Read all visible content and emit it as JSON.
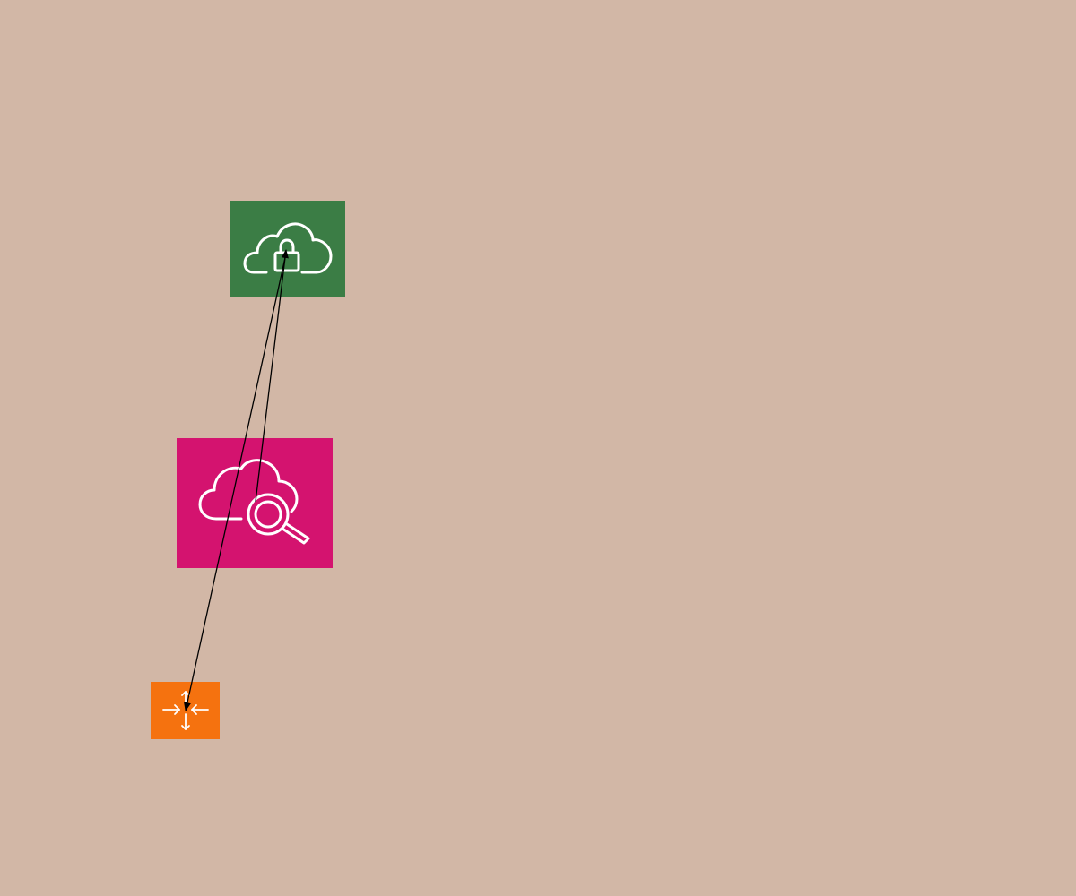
{
  "diagram": {
    "background": "#d2b7a6",
    "nodes": [
      {
        "id": "vpn",
        "icon": "cloud-lock-icon",
        "color": "#3b7d45"
      },
      {
        "id": "monitor",
        "icon": "cloud-search-icon",
        "color": "#d4136f"
      },
      {
        "id": "router",
        "icon": "router-arrows-icon",
        "color": "#f5720f"
      }
    ],
    "edges": [
      {
        "from": "monitor",
        "to": "vpn",
        "arrow": "to"
      },
      {
        "from": "vpn",
        "to": "router",
        "arrow": "to"
      }
    ],
    "edge_color": "#000000"
  }
}
